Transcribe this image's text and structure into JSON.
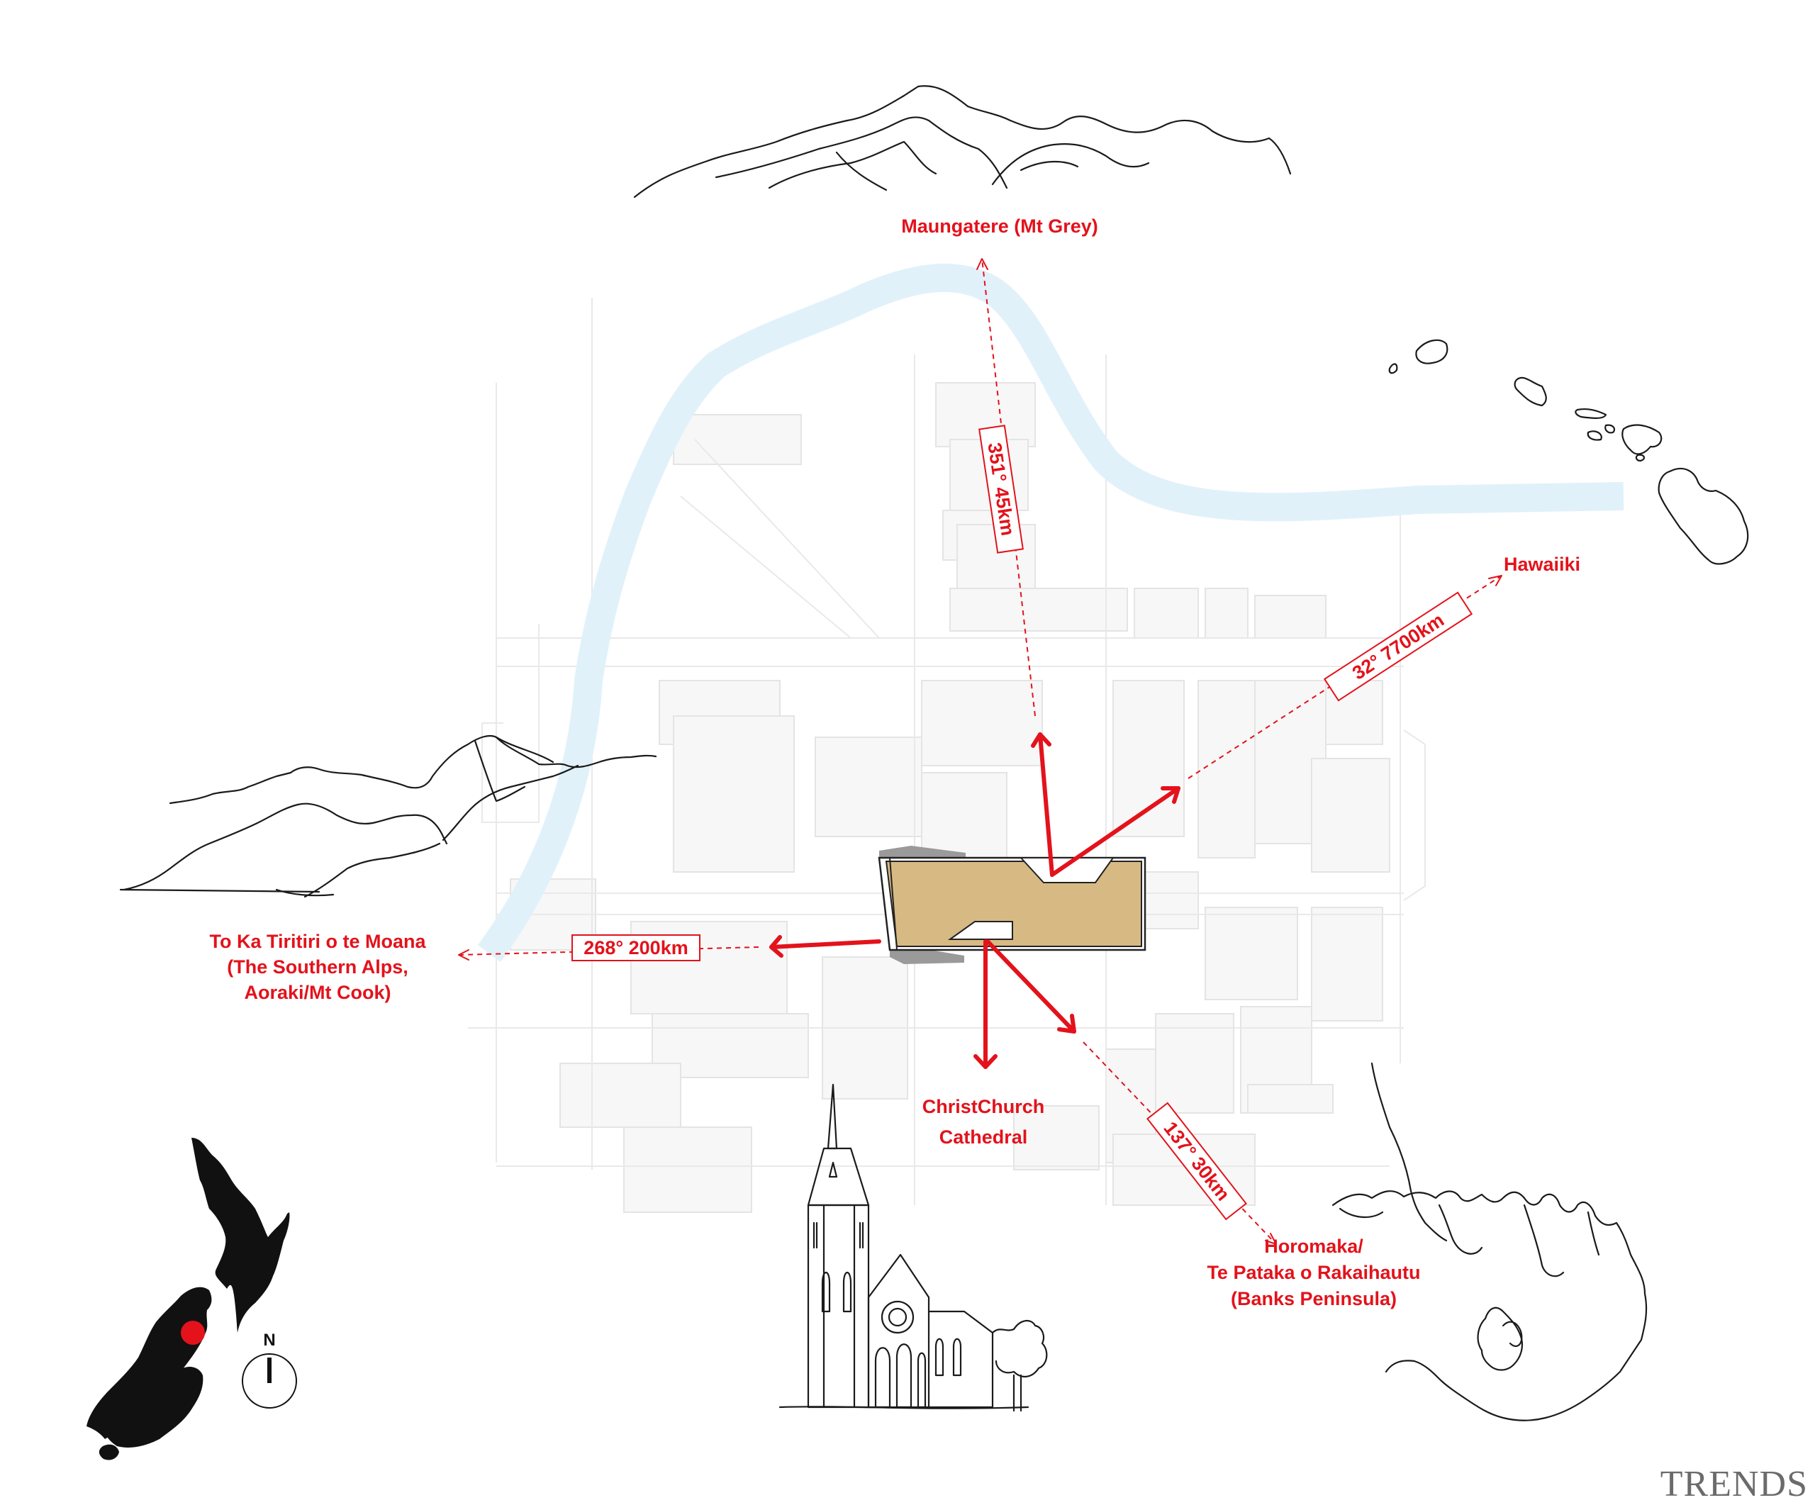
{
  "map": {
    "landmarks": {
      "north": {
        "name": "Maungatere (Mt Grey)",
        "bearing": "351° 45km"
      },
      "northeast": {
        "name": "Hawaiiki",
        "bearing": "32° 7700km"
      },
      "west": {
        "lines": [
          "To Ka Tiritiri o te Moana",
          "(The Southern Alps,",
          "Aoraki/Mt Cook)"
        ],
        "bearing": "268° 200km"
      },
      "south": {
        "lines": [
          "ChristChurch",
          "Cathedral"
        ]
      },
      "southeast": {
        "lines": [
          "Horomaka/",
          "Te Pataka o Rakaihautu",
          "(Banks Peninsula)"
        ],
        "bearing": "137° 30km"
      }
    },
    "compass": {
      "label": "N"
    },
    "brand": "TRENDS",
    "colors": {
      "accent": "#e3121b",
      "site": "#d7b983",
      "river": "#e1f1fa"
    },
    "icons": [
      "mountain-range-sketch",
      "hawaii-islands-outline",
      "southern-alps-sketch",
      "cathedral-sketch",
      "banks-peninsula-outline",
      "new-zealand-silhouette",
      "north-arrow-icon"
    ]
  }
}
